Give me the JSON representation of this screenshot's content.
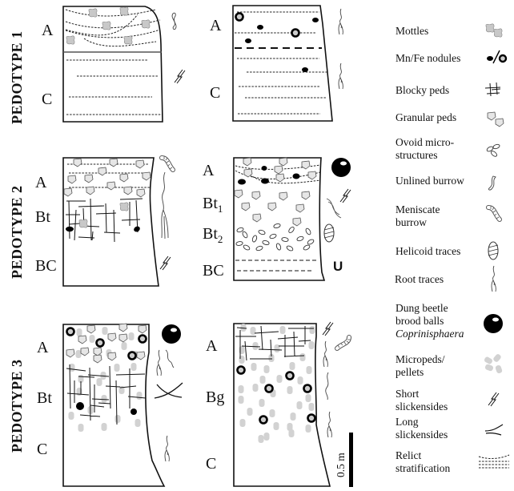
{
  "figure": {
    "pedotypes": [
      {
        "title": "PEDOTYPE 1",
        "profiles": [
          {
            "horizons": [
              "A",
              "C"
            ],
            "features": [
              "mottles",
              "relict stratification",
              "unlined burrow",
              "short slickensides"
            ]
          },
          {
            "horizons": [
              "A",
              "C"
            ],
            "features": [
              "Mn/Fe nodules",
              "relict stratification",
              "root traces"
            ]
          }
        ]
      },
      {
        "title": "PEDOTYPE 2",
        "profiles": [
          {
            "horizons": [
              "A",
              "Bt",
              "BC"
            ],
            "features": [
              "granular peds",
              "relict stratification",
              "blocky peds",
              "mottles",
              "Mn/Fe nodules",
              "meniscate burrow",
              "root traces",
              "short slickensides"
            ]
          },
          {
            "horizons": [
              "A",
              "Bt1",
              "Bt2",
              "BC"
            ],
            "horizon_parts": [
              {
                "base": "A"
              },
              {
                "base": "Bt",
                "sub": "1"
              },
              {
                "base": "Bt",
                "sub": "2"
              },
              {
                "base": "BC"
              }
            ],
            "features": [
              "granular peds",
              "Mn/Fe nodules",
              "relict stratification",
              "ovoid microstructures",
              "dung beetle brood balls",
              "short slickensides",
              "unlined burrow",
              "helicoid traces"
            ],
            "marker": "U"
          }
        ]
      },
      {
        "title": "PEDOTYPE 3",
        "profiles": [
          {
            "horizons": [
              "A",
              "Bt",
              "C"
            ],
            "features": [
              "Mn/Fe nodules",
              "granular peds",
              "micropeds/pellets",
              "blocky peds",
              "dung beetle brood balls",
              "unlined burrow",
              "root traces",
              "long slickensides"
            ]
          },
          {
            "horizons": [
              "A",
              "Bg",
              "C"
            ],
            "features": [
              "blocky peds",
              "micropeds/pellets",
              "Mn/Fe nodules",
              "short slickensides",
              "meniscate burrow",
              "root traces"
            ]
          }
        ]
      }
    ],
    "scale_bar": {
      "label": "0.5 m",
      "value_m": 0.5
    }
  },
  "legend": [
    {
      "label": [
        "Mottles"
      ],
      "icon": "mottles-icon"
    },
    {
      "label": [
        "Mn/Fe nodules"
      ],
      "icon": "nodules-icon"
    },
    {
      "label": [
        "Blocky peds"
      ],
      "icon": "blocky-peds-icon"
    },
    {
      "label": [
        "Granular peds"
      ],
      "icon": "granular-peds-icon"
    },
    {
      "label": [
        "Ovoid micro-",
        "structures"
      ],
      "icon": "ovoid-microstructures-icon"
    },
    {
      "label": [
        "Unlined burrow"
      ],
      "icon": "unlined-burrow-icon"
    },
    {
      "label": [
        "Meniscate",
        "burrow"
      ],
      "icon": "meniscate-burrow-icon"
    },
    {
      "label": [
        "Helicoid traces"
      ],
      "icon": "helicoid-traces-icon"
    },
    {
      "label": [
        "Root traces"
      ],
      "icon": "root-traces-icon"
    },
    {
      "label": [
        "Dung beetle",
        "brood balls",
        "Coprinisphaera"
      ],
      "italic_line": 2,
      "icon": "brood-ball-icon"
    },
    {
      "label": [
        "Micropeds/",
        "pellets"
      ],
      "icon": "micropeds-icon"
    },
    {
      "label": [
        "Short",
        "slickensides"
      ],
      "icon": "short-slickensides-icon"
    },
    {
      "label": [
        "Long",
        "slickensides"
      ],
      "icon": "long-slickensides-icon"
    },
    {
      "label": [
        "Relict",
        "stratification"
      ],
      "icon": "relict-stratification-icon"
    }
  ]
}
